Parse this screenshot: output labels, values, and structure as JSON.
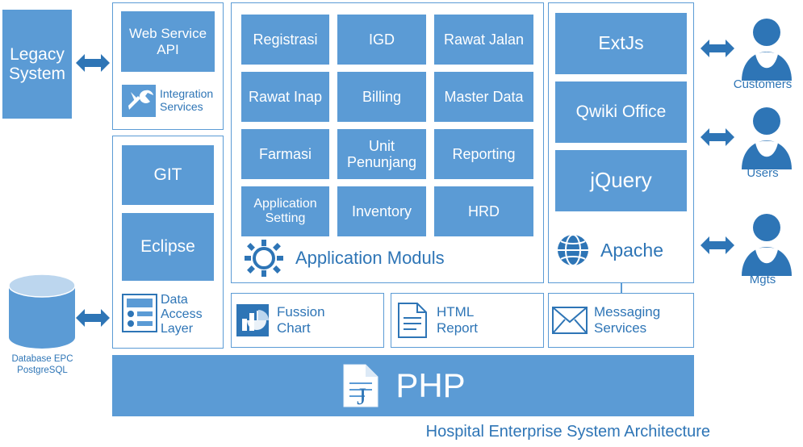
{
  "diagram": {
    "caption": "Hospital Enterprise System Architecture",
    "colors": {
      "tile_blue": "#5b9bd5",
      "text_blue": "#2e75b6",
      "white": "#ffffff"
    },
    "legacy": {
      "label": "Legacy\nSystem",
      "line1": "Legacy",
      "line2": "System"
    },
    "database": {
      "line1": "Database EPC",
      "line2": "PostgreSQL"
    },
    "left_panel": {
      "web_service": {
        "line1": "Web Service",
        "line2": "API"
      },
      "integration": {
        "line1": "Integration",
        "line2": "Services",
        "icon": "tools-icon"
      },
      "git": "GIT",
      "eclipse": "Eclipse",
      "data_access": {
        "line1": "Data",
        "line2": "Access",
        "line3": "Layer",
        "icon": "data-layer-icon"
      }
    },
    "modules": {
      "title": "Application Moduls",
      "icon": "gear-icon",
      "items": [
        "Registrasi",
        "IGD",
        "Rawat Jalan",
        "Rawat Inap",
        "Billing",
        "Master Data",
        "Farmasi",
        "Unit Penunjang",
        "Reporting",
        "Application Setting",
        "Inventory",
        "HRD"
      ],
      "items_multiline": [
        [
          "Registrasi"
        ],
        [
          "IGD"
        ],
        [
          "Rawat Jalan"
        ],
        [
          "Rawat Inap"
        ],
        [
          "Billing"
        ],
        [
          "Master Data"
        ],
        [
          "Farmasi"
        ],
        [
          "Unit",
          "Penunjang"
        ],
        [
          "Reporting"
        ],
        [
          "Application",
          "Setting"
        ],
        [
          "Inventory"
        ],
        [
          "HRD"
        ]
      ]
    },
    "frontend": {
      "items": [
        "ExtJs",
        "Qwiki Office",
        "jQuery"
      ],
      "apache": {
        "label": "Apache",
        "icon": "globe-icon"
      }
    },
    "bottom_row": {
      "fussion_chart": {
        "line1": "Fussion",
        "line2": "Chart",
        "icon": "bar-chart-icon"
      },
      "html_report": {
        "line1": "HTML",
        "line2": "Report",
        "icon": "document-icon"
      },
      "messaging": {
        "line1": "Messaging",
        "line2": "Services",
        "icon": "envelope-icon"
      }
    },
    "php": {
      "label": "PHP",
      "icon": "php-document-icon"
    },
    "actors": [
      {
        "label": "Customers",
        "icon": "person-icon"
      },
      {
        "label": "Users",
        "icon": "person-icon"
      },
      {
        "label": "Mgts",
        "icon": "person-icon"
      }
    ],
    "arrows": [
      {
        "name": "arrow-legacy-to-services"
      },
      {
        "name": "arrow-database-to-data-access"
      },
      {
        "name": "arrow-frontend-to-customers"
      },
      {
        "name": "arrow-frontend-to-users"
      },
      {
        "name": "arrow-frontend-to-mgts"
      }
    ]
  }
}
